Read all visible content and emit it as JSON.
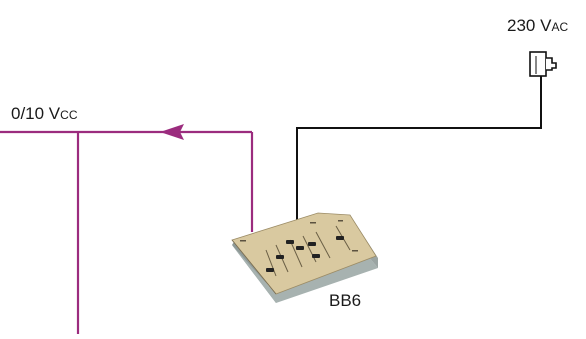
{
  "labels": {
    "supply_main": "230 V",
    "supply_sub": "ac",
    "signal_main": "0/10 V",
    "signal_sub": "cc",
    "device": "BB6"
  },
  "colors": {
    "signal_line": "#9b2c7e",
    "power_line": "#111111",
    "device_panel": "#d9c9a0",
    "device_side": "#a7b2b0"
  },
  "icons": {
    "adapter": "power-adapter-plug-icon",
    "arrow": "arrow-left-icon",
    "device": "bb6-control-box-icon"
  }
}
